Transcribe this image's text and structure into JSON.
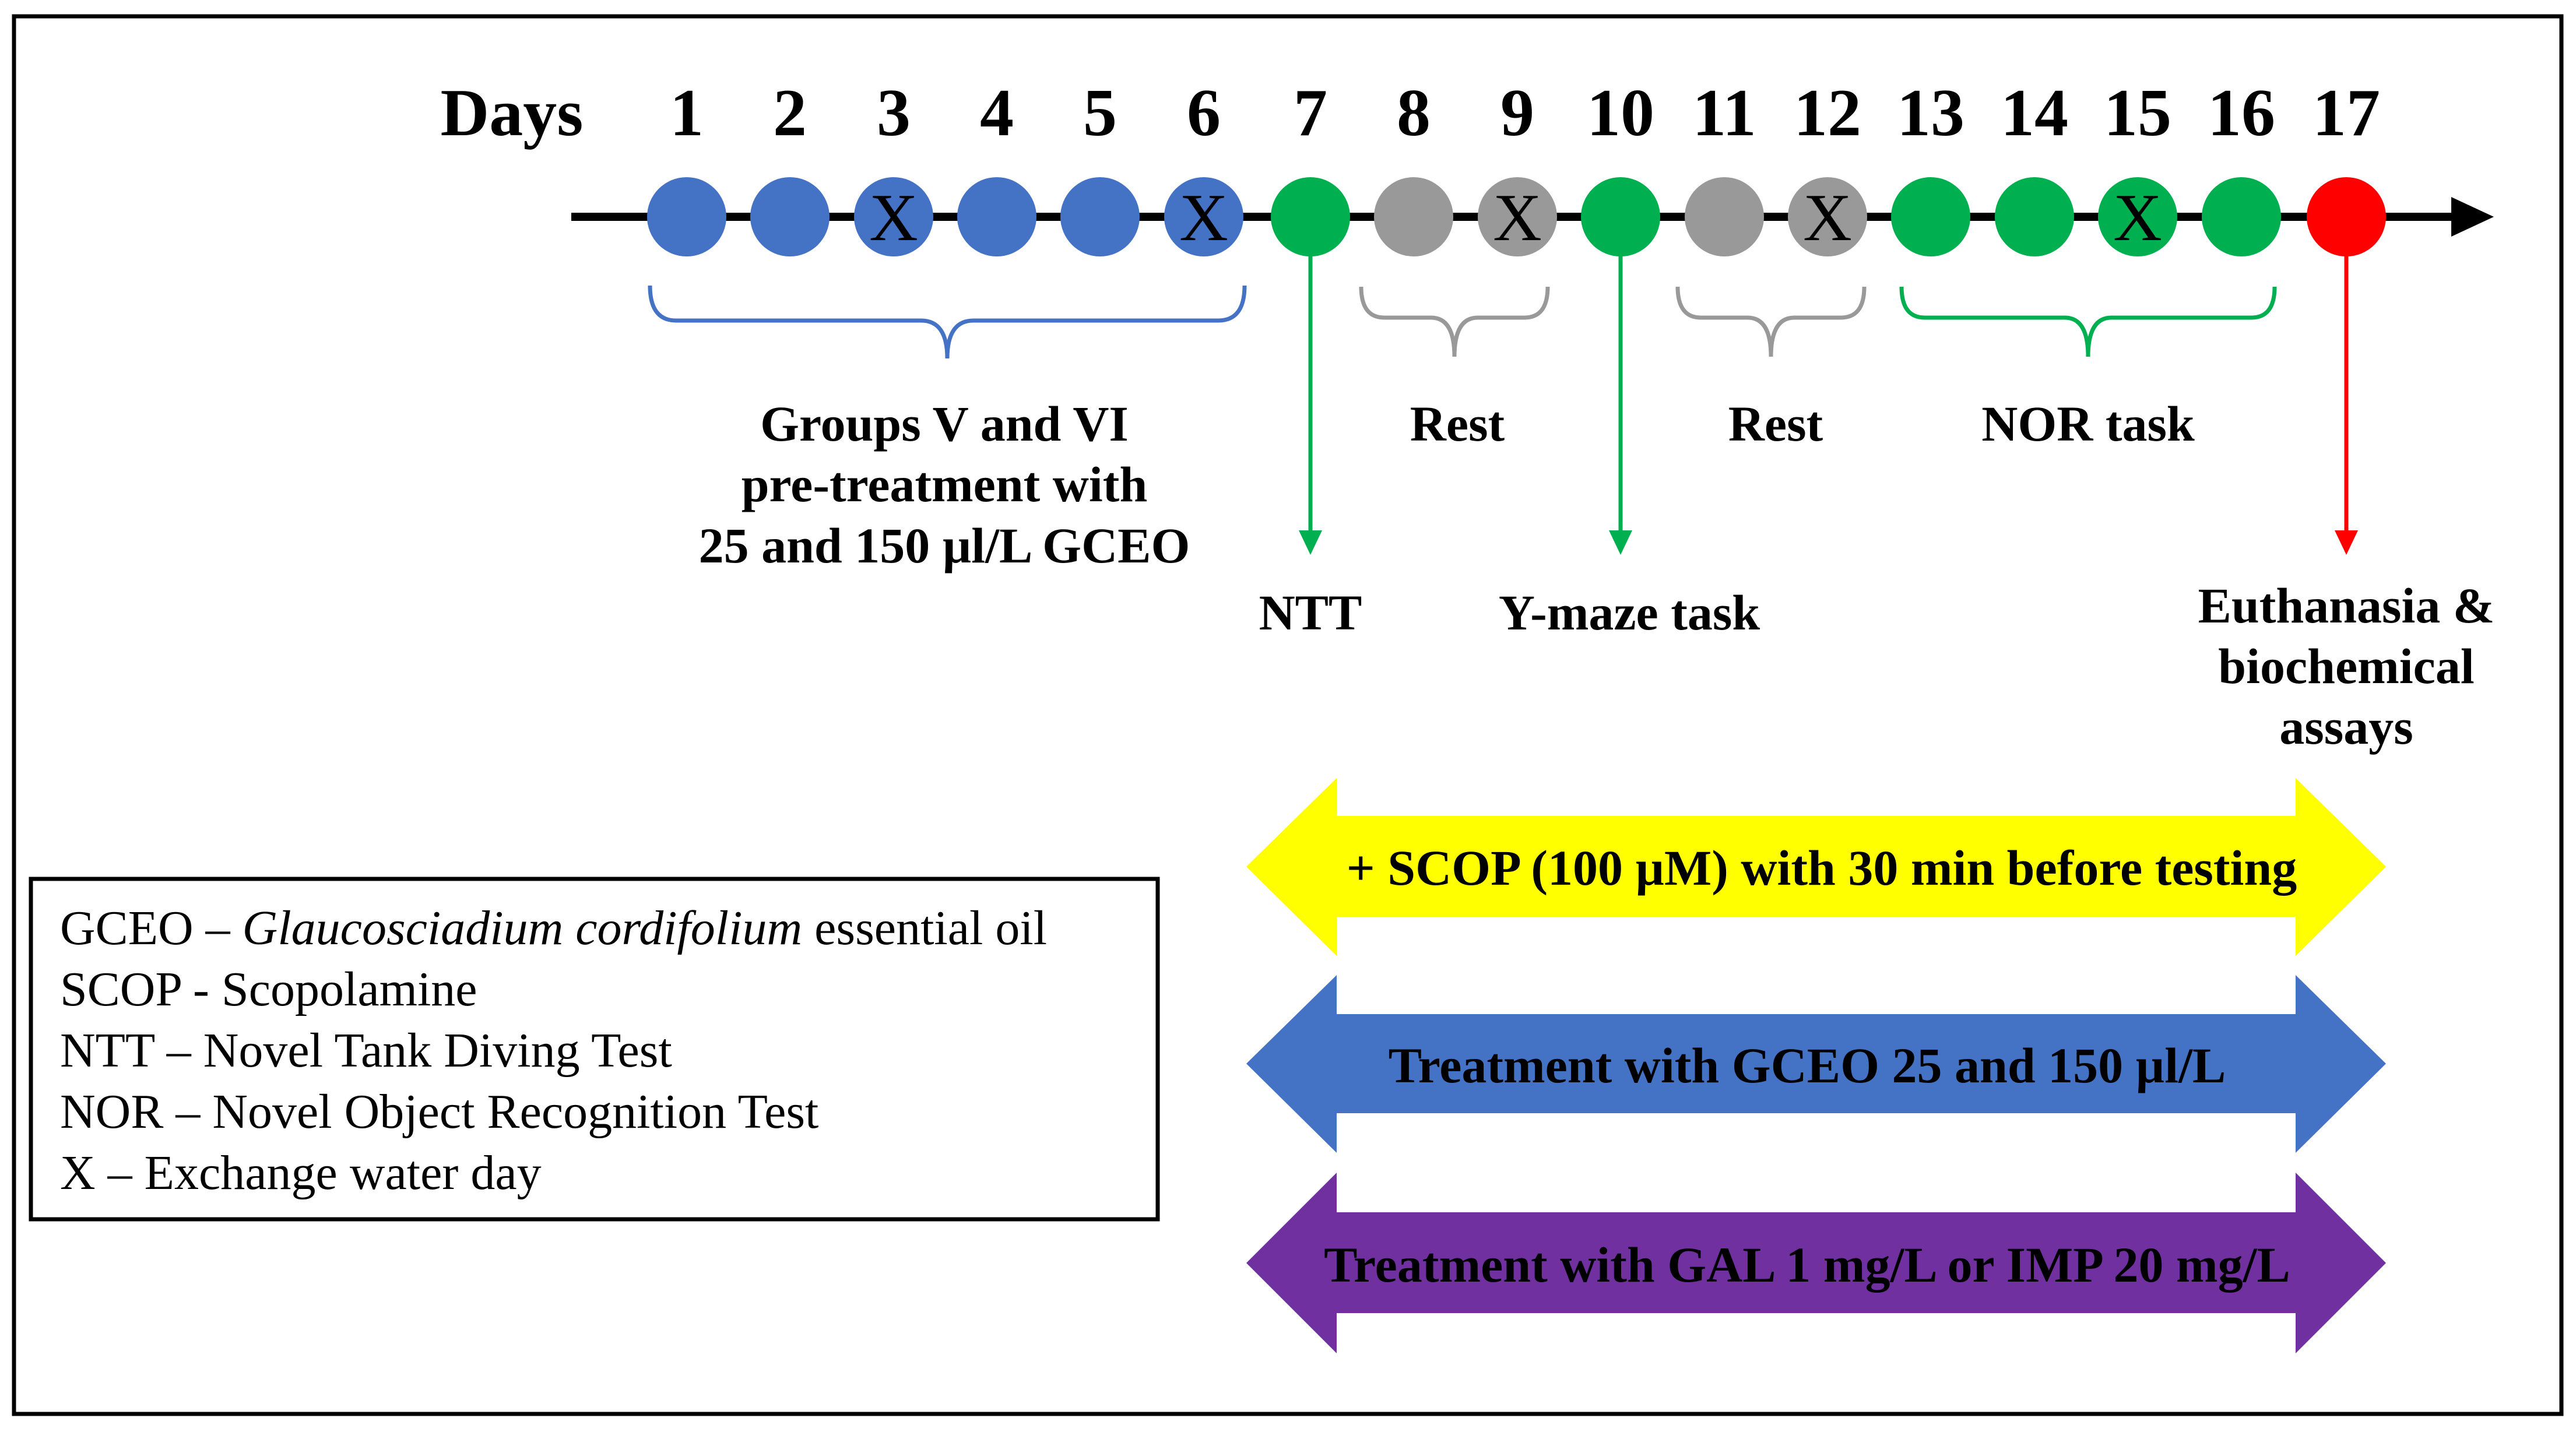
{
  "header": {
    "days_label": "Days"
  },
  "days": [
    {
      "num": "1",
      "color": "#4472C4",
      "exchange": false
    },
    {
      "num": "2",
      "color": "#4472C4",
      "exchange": false
    },
    {
      "num": "3",
      "color": "#4472C4",
      "exchange": true
    },
    {
      "num": "4",
      "color": "#4472C4",
      "exchange": false
    },
    {
      "num": "5",
      "color": "#4472C4",
      "exchange": false
    },
    {
      "num": "6",
      "color": "#4472C4",
      "exchange": true
    },
    {
      "num": "7",
      "color": "#00B050",
      "exchange": false
    },
    {
      "num": "8",
      "color": "#999999",
      "exchange": false
    },
    {
      "num": "9",
      "color": "#999999",
      "exchange": true
    },
    {
      "num": "10",
      "color": "#00B050",
      "exchange": false
    },
    {
      "num": "11",
      "color": "#999999",
      "exchange": false
    },
    {
      "num": "12",
      "color": "#999999",
      "exchange": true
    },
    {
      "num": "13",
      "color": "#00B050",
      "exchange": false
    },
    {
      "num": "14",
      "color": "#00B050",
      "exchange": false
    },
    {
      "num": "15",
      "color": "#00B050",
      "exchange": true
    },
    {
      "num": "16",
      "color": "#00B050",
      "exchange": false
    },
    {
      "num": "17",
      "color": "#FF0000",
      "exchange": false
    }
  ],
  "exchange_mark": "X",
  "phases": {
    "pretreatment": {
      "line1": "Groups V and VI",
      "line2": "pre-treatment with",
      "line3": "25 and 150 µl/L GCEO",
      "color": "#4472C4"
    },
    "rest_1": {
      "label": "Rest",
      "color": "#999999"
    },
    "rest_2": {
      "label": "Rest",
      "color": "#999999"
    },
    "nor": {
      "label": "NOR task",
      "color": "#00B050"
    }
  },
  "events": {
    "ntt": {
      "label": "NTT",
      "color": "#00B050"
    },
    "ymaze": {
      "label": "Y-maze task",
      "color": "#00B050"
    },
    "euthanasia": {
      "line1": "Euthanasia &",
      "line2": "biochemical",
      "line3": "assays",
      "color": "#FF0000"
    }
  },
  "treatments": {
    "scop": {
      "label": "+ SCOP (100 µM) with 30 min before testing",
      "color": "#FFFF00"
    },
    "gceo": {
      "label": "Treatment with GCEO 25 and 150 µl/L",
      "color": "#4472C4"
    },
    "gal": {
      "label": "Treatment with GAL 1 mg/L or IMP 20 mg/L",
      "color": "#7030A0"
    }
  },
  "legend": {
    "gceo_prefix": "GCEO – ",
    "gceo_italic": "Glaucosciadium cordifolium",
    "gceo_suffix": " essential oil",
    "scop": "SCOP - Scopolamine",
    "ntt": "NTT – Novel Tank Diving Test",
    "nor": "NOR – Novel Object Recognition Test",
    "x": "X – Exchange water day"
  }
}
